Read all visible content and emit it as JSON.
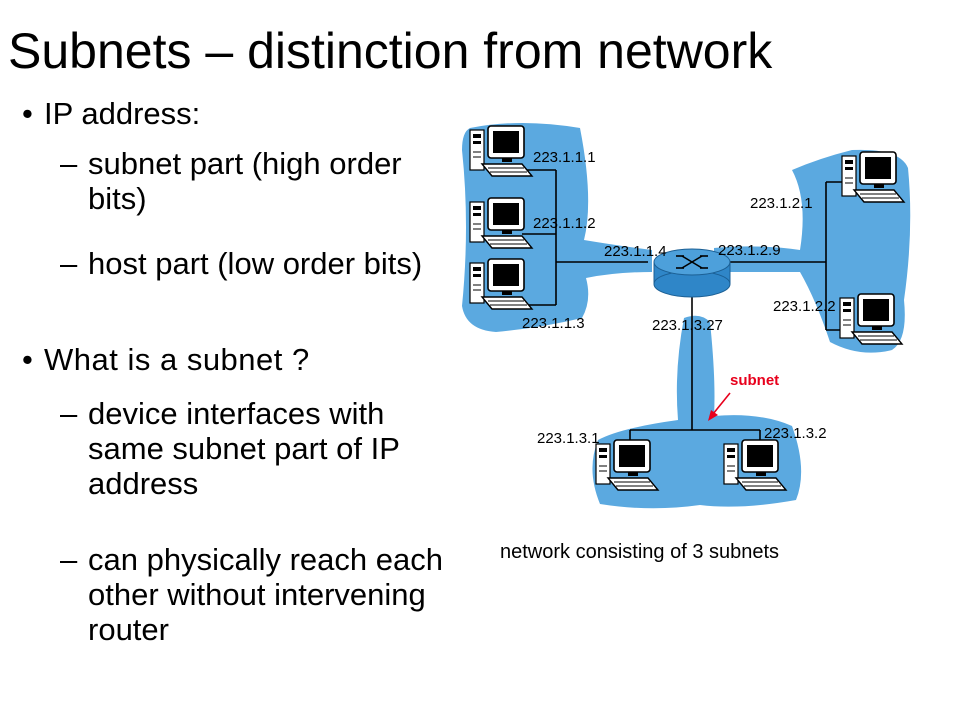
{
  "title": "Subnets – distinction from network",
  "bullets": {
    "ip_address": "IP address:",
    "subnet_part": "subnet part (high order bits)",
    "host_part": "host part (low order bits)",
    "what_is": "What is a subnet ?",
    "device_interfaces": "device interfaces with same subnet part of IP address",
    "can_reach": "can physically reach each other without intervening router"
  },
  "diagram": {
    "addresses": {
      "a1": "223.1.1.1",
      "a2": "223.1.1.2",
      "a3": "223.1.1.3",
      "a4": "223.1.1.4",
      "b1": "223.1.2.1",
      "b2": "223.1.2.2",
      "b9": "223.1.2.9",
      "c27": "223.1.3.27",
      "c1": "223.1.3.1",
      "c2": "223.1.3.2"
    },
    "subnet_label": "subnet",
    "caption": "network consisting of 3 subnets"
  },
  "colors": {
    "subnet_fill": "#5ba9e0",
    "router": "#2f86c8",
    "subnet_label": "#e8001c"
  }
}
